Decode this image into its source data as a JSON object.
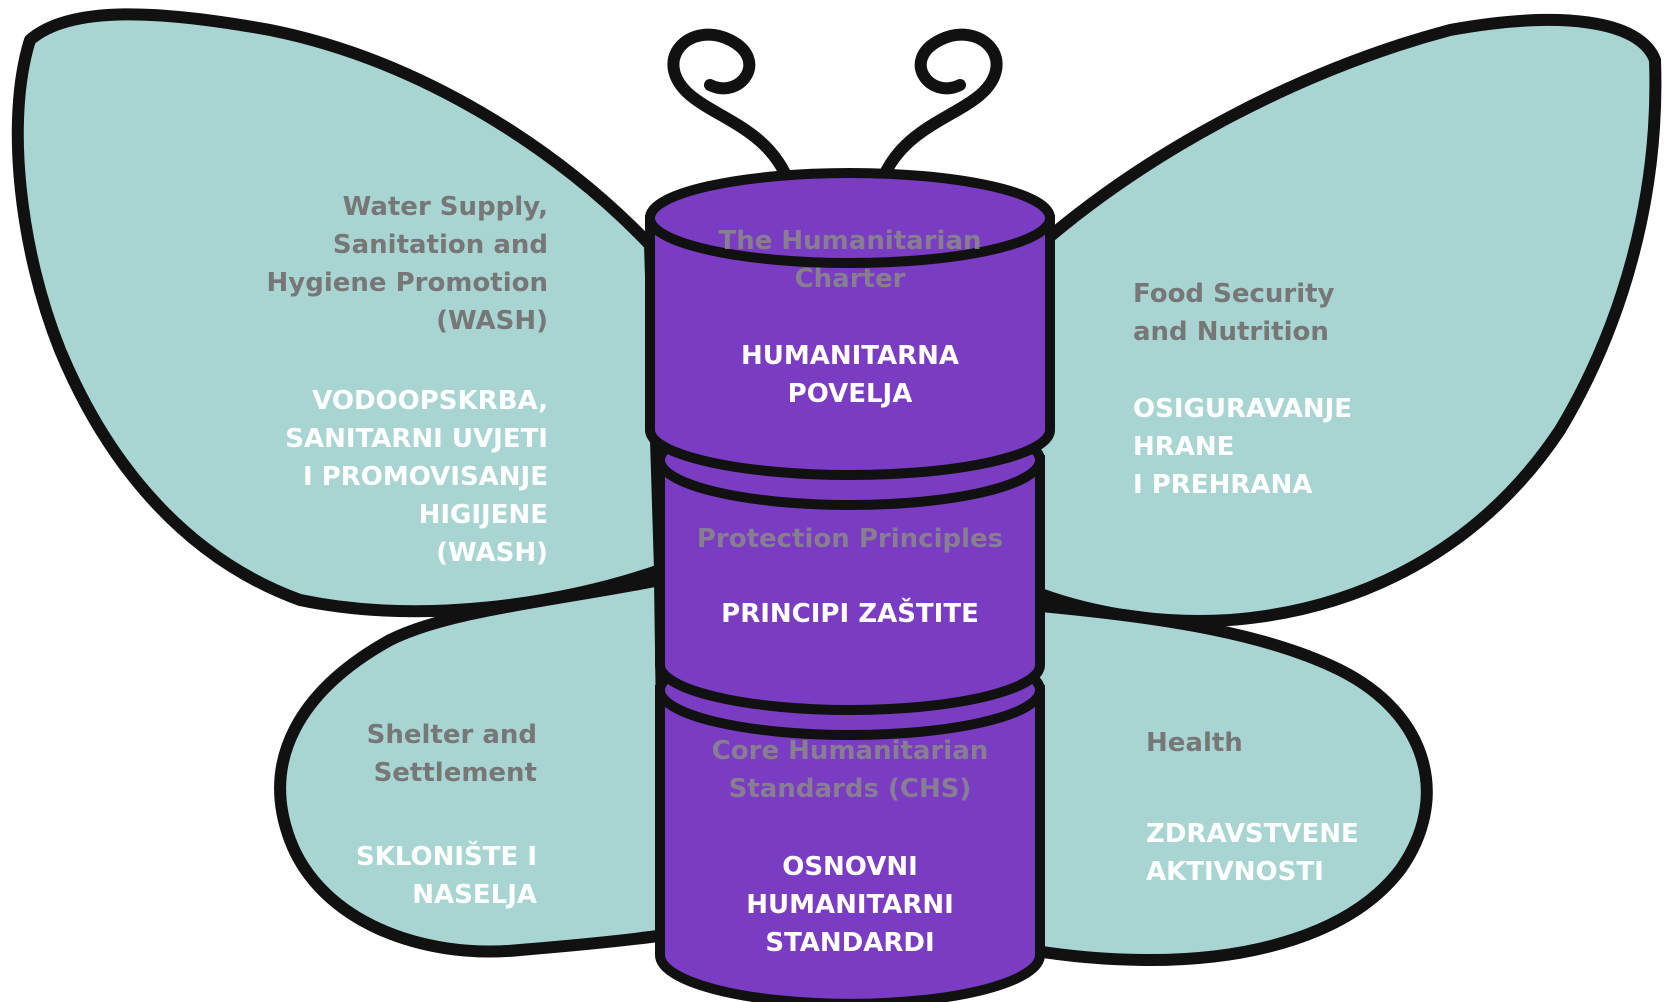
{
  "colors": {
    "wing_fill": "#a8d5d2",
    "outline": "#111111",
    "body_fill": "#7a3cc2",
    "accent_text": "#ffffff",
    "muted_text": "#777777"
  },
  "body": {
    "top_segment": {
      "english": "The Humanitarian\nCharter",
      "local": "HUMANITARNA\nPOVELJA"
    },
    "middle_segment": {
      "english": "Protection Principles",
      "local": "PRINCIPI ZAŠTITE"
    },
    "bottom_segment": {
      "english": "Core Humanitarian\nStandards (CHS)",
      "local": "OSNOVNI\nHUMANITARNI\nSTANDARDI"
    }
  },
  "wings": {
    "upper_left": {
      "english": "Water Supply,\nSanitation and\nHygiene Promotion\n(WASH)",
      "local": "VODOOPSKRBA,\nSANITARNI UVJETI\nI PROMOVISANJE\nHIGIJENE\n(WASH)"
    },
    "upper_right": {
      "english": "Food Security\nand Nutrition",
      "local": "OSIGURAVANJE\nHRANE\nI PREHRANA"
    },
    "lower_left": {
      "english": "Shelter and\nSettlement",
      "local": "SKLONIŠTE I\nNASELJA"
    },
    "lower_right": {
      "english": "Health",
      "local": "ZDRAVSTVENE\nAKTIVNOSTI"
    }
  }
}
